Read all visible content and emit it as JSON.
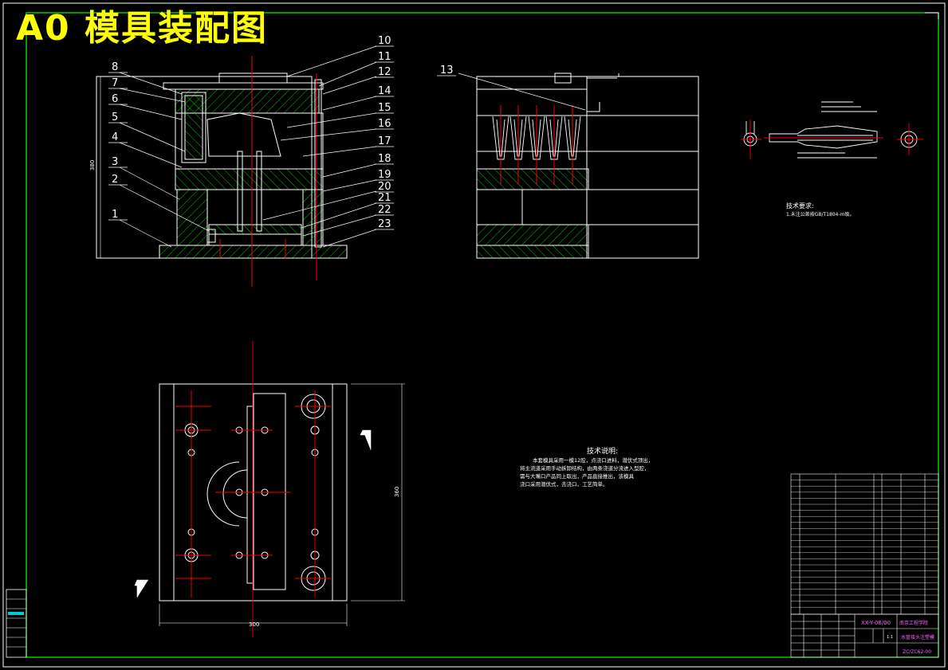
{
  "drawing": {
    "title": "A0 模具装配图",
    "colors": {
      "background": "#000000",
      "outline": "#ffffff",
      "frame": "#00ff00",
      "centerline": "#ff0000",
      "hatch": "#00cc00",
      "title": "#ffff00",
      "table_text": "#ff66ff"
    }
  },
  "part_callouts": [
    "10",
    "11",
    "12",
    "14",
    "15",
    "16",
    "17",
    "18",
    "19",
    "20",
    "21",
    "22",
    "23",
    "8",
    "7",
    "6",
    "5",
    "4",
    "3",
    "2",
    "1",
    "13"
  ],
  "dimensions": {
    "plan_width": "300",
    "plan_height": "360",
    "section_height": "380"
  },
  "notes": {
    "requirements_title": "技术要求:",
    "requirements_text": "1.未注公差按GB/T1804-m级。",
    "explanation_title": "技术说明:",
    "explanation_lines": [
      "本套模具采用一模12腔，点浇口进料，潜伏式顶出，",
      "将主流道采用手动拆卸结构，由两条浇道分流进入型腔，",
      "需与大嘴口产品同上取出，产品直接推出，该模具",
      "浇口采用潜伏式，去浇口，工艺简单。"
    ]
  },
  "title_block": {
    "drawing_number": "XX-Y-08/00",
    "school": "南京工程学院",
    "part_name": "水管接头注塑模",
    "code": "ZC/ZC62-00",
    "scale": "1:1"
  }
}
